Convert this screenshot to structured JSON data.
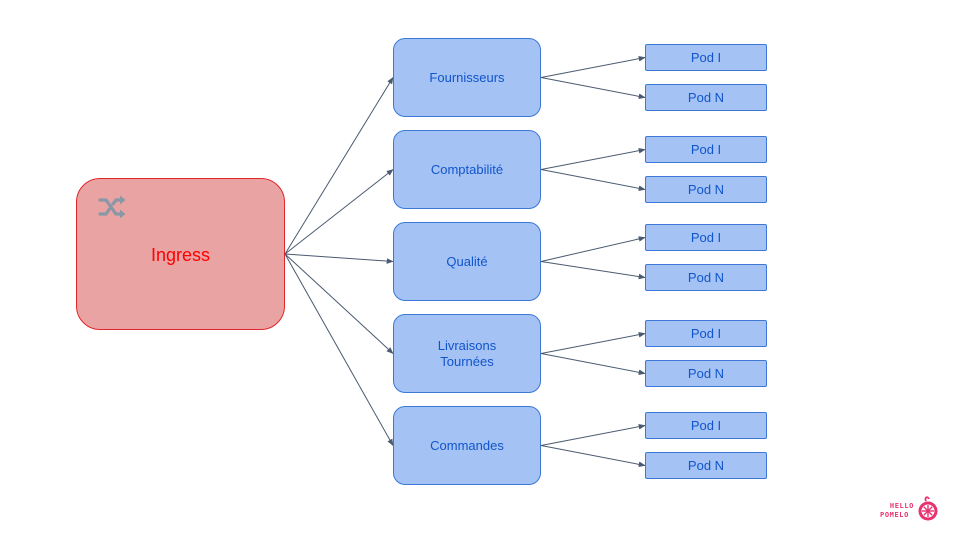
{
  "ingress": {
    "label": "Ingress",
    "icon": "shuffle-icon"
  },
  "services": [
    {
      "lines": [
        "Fournisseurs"
      ],
      "pods": [
        "Pod I",
        "Pod N"
      ]
    },
    {
      "lines": [
        "Comptabilité"
      ],
      "pods": [
        "Pod I",
        "Pod N"
      ]
    },
    {
      "lines": [
        "Qualité"
      ],
      "pods": [
        "Pod I",
        "Pod N"
      ]
    },
    {
      "lines": [
        "Livraisons",
        "Tournées"
      ],
      "pods": [
        "Pod I",
        "Pod N"
      ]
    },
    {
      "lines": [
        "Commandes"
      ],
      "pods": [
        "Pod I",
        "Pod N"
      ]
    }
  ],
  "logo": {
    "line1": "HELLO",
    "line2": "POMELO",
    "icon": "pomelo-logo-icon"
  },
  "colors": {
    "ingress_fill": "#eaa3a3",
    "ingress_border": "#e0262b",
    "ingress_text": "#ff0000",
    "node_fill": "#a4c2f4",
    "node_border": "#3c78d8",
    "node_text": "#1155cc",
    "edge": "#4a5a70",
    "logo": "#e8326e"
  }
}
